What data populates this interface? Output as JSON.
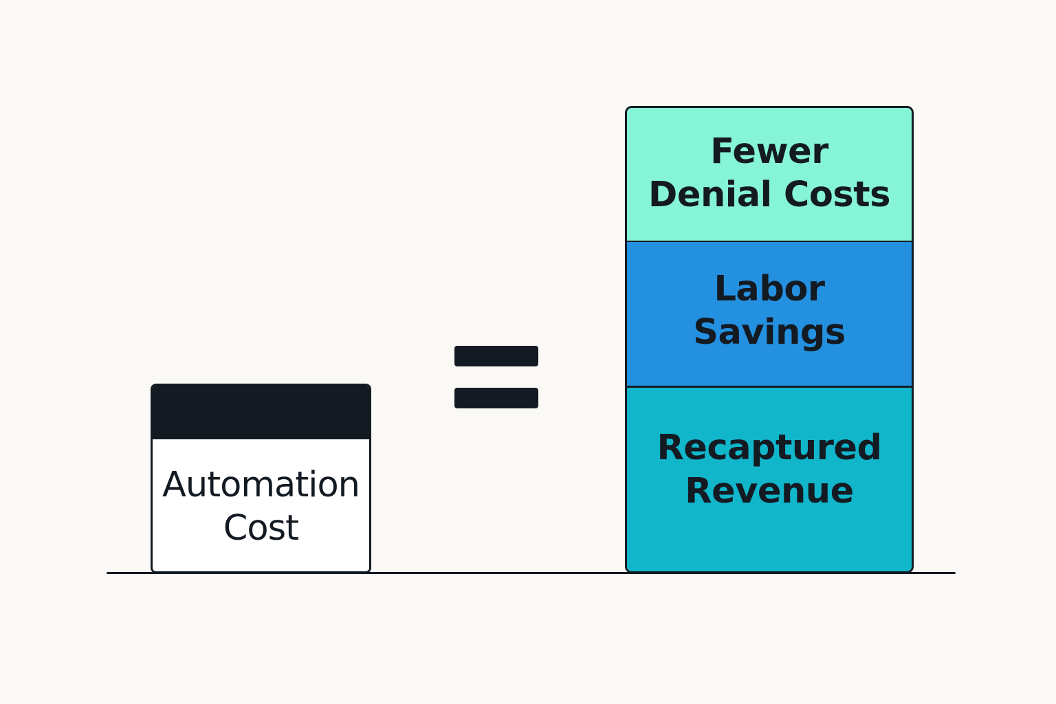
{
  "colors": {
    "background": "#faf9f5",
    "ink": "#141a22",
    "cost_body": "#ffffff",
    "fewer_denial": "#86f4d6",
    "labor_savings": "#2490e0",
    "recaptured_revenue": "#11b6cb"
  },
  "left": {
    "label": "Automation\nCost"
  },
  "operator": {
    "symbol": "equals"
  },
  "right": {
    "segments": [
      {
        "label": "Fewer\nDenial Costs"
      },
      {
        "label": "Labor\nSavings"
      },
      {
        "label": "Recaptured\nRevenue"
      }
    ]
  }
}
